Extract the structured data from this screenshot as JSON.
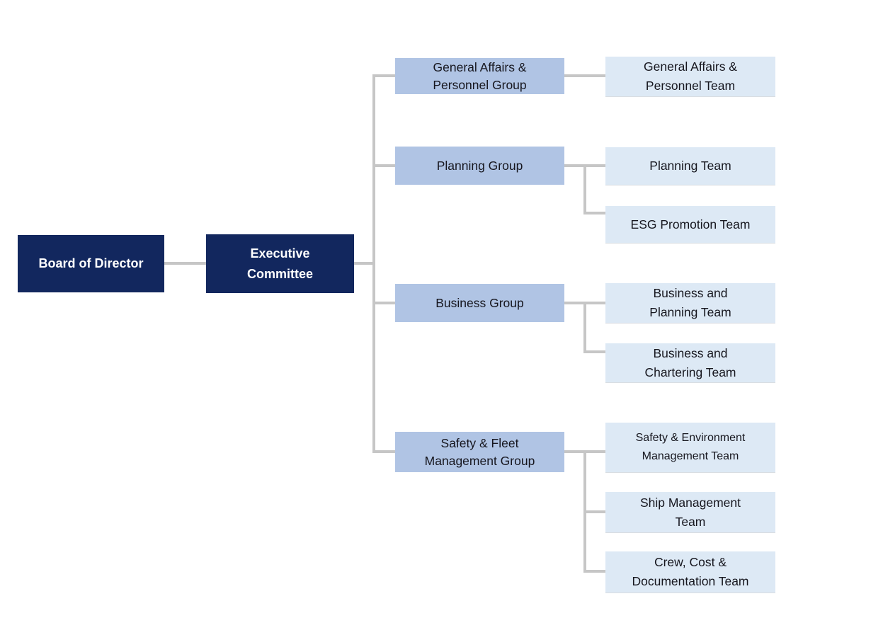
{
  "colors": {
    "executive_box": "#12275e",
    "group_box": "#b0c4e4",
    "team_box": "#dde9f5",
    "connector": "#c6c6c6",
    "background": "#ffffff"
  },
  "org": {
    "board": {
      "label": "Board of Director"
    },
    "executive": {
      "label": "Executive Committee"
    },
    "groups": [
      {
        "label": "General Affairs & Personnel Group",
        "teams": [
          "General Affairs & Personnel Team"
        ]
      },
      {
        "label": "Planning Group",
        "teams": [
          "Planning Team",
          "ESG Promotion Team"
        ]
      },
      {
        "label": "Business Group",
        "teams": [
          "Business and Planning Team",
          "Business and Chartering Team"
        ]
      },
      {
        "label": "Safety & Fleet Management Group",
        "teams": [
          "Safety & Environment Management Team",
          "Ship Management Team",
          "Crew, Cost & Documentation Team"
        ]
      }
    ]
  }
}
